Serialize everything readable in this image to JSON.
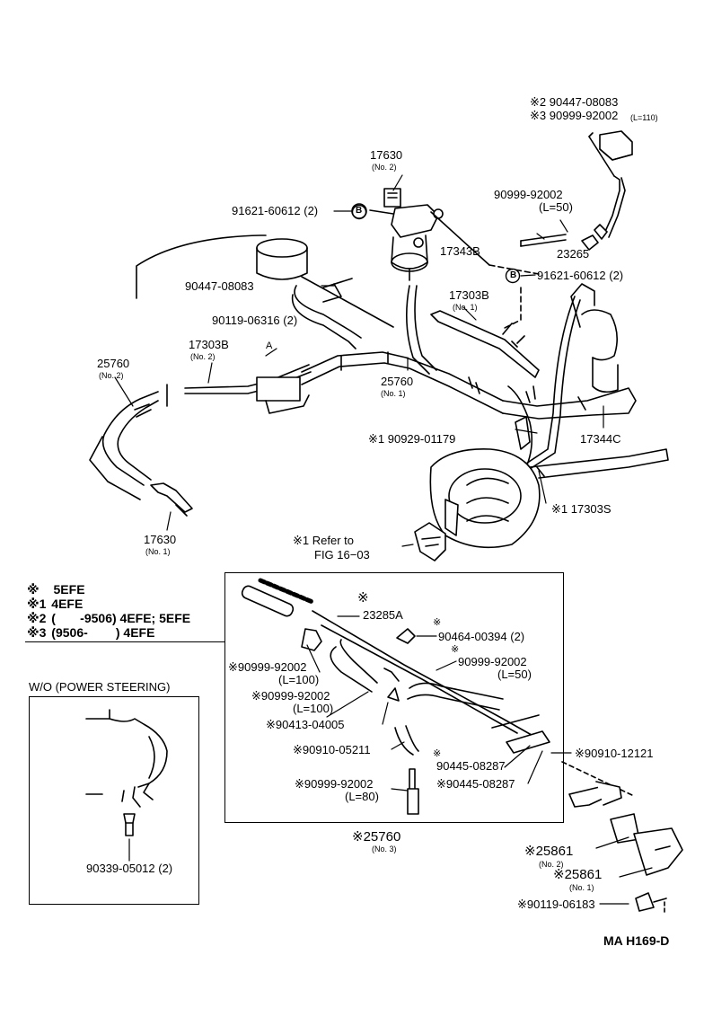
{
  "labels": {
    "l_s2_90447": "※2 90447-08083",
    "l_s3_90999": "※3 90999-92002",
    "l_s3_90999_len": "(L=110)",
    "l_17630_top": "17630",
    "l_17630_top_no": "(No. 2)",
    "l_91621_left": "91621-60612 (2)",
    "l_b_left": "B",
    "l_90999_l50": "90999-92002",
    "l_90999_l50_len": "(L=50)",
    "l_23265": "23265",
    "l_17343b": "17343B",
    "l_b_right": "B",
    "l_91621_right": "91621-60612 (2)",
    "l_90447_mid": "90447-08083",
    "l_17303b_no1": "17303B",
    "l_17303b_no1_sub": "(No. 1)",
    "l_90119_06316": "90119-06316 (2)",
    "l_17303b_no2": "17303B",
    "l_17303b_no2_sub": "(No. 2)",
    "l_25760_left": "25760",
    "l_25760_left_sub": "(No. 2)",
    "l_25760_mid": "25760",
    "l_25760_mid_sub": "(No. 1)",
    "l_17344c": "17344C",
    "l_s1_90929": "※1 90929-01179",
    "l_s1_17303s": "※1 17303S",
    "l_17630_bot": "17630",
    "l_17630_bot_sub": "(No. 1)",
    "l_refer": "※1 Refer to",
    "l_fig": "FIG 16−03",
    "l_s_23285a_mark": "※",
    "l_23285a": "23285A",
    "l_s_90464_mark": "※",
    "l_90464": "90464-00394 (2)",
    "l_s_90999_l50_mark": "※",
    "l_90999_l50_b": "90999-92002",
    "l_90999_l50_b_len": "(L=50)",
    "l_s_90999_l100a": "※90999-92002",
    "l_90999_l100a_len": "(L=100)",
    "l_s_90999_l100b": "※90999-92002",
    "l_90999_l100b_len": "(L=100)",
    "l_s_90413": "※90413-04005",
    "l_s_90910_05211": "※90910-05211",
    "l_s_90445_mark": "※",
    "l_90445_a": "90445-08287",
    "l_s_90445_b": "※90445-08287",
    "l_s_90999_l80": "※90999-92002",
    "l_90999_l80_len": "(L=80)",
    "l_s_90910_12121": "※90910-12121",
    "l_s_25760_no3": "※25760",
    "l_25760_no3_sub": "(No. 3)",
    "l_s_25861_no2": "※25861",
    "l_25861_no2_sub": "(No. 2)",
    "l_s_25861_no1": "※25861",
    "l_25861_no1_sub": "(No. 1)",
    "l_s_90119_06183": "※90119-06183",
    "l_wo": "W/O (POWER STEERING)",
    "l_90339": "90339-05012 (2)",
    "l_code": "MA  H169-D"
  },
  "legend": [
    {
      "mark": "※",
      "text": "5EFE"
    },
    {
      "mark": "※1",
      "text": "4EFE"
    },
    {
      "mark": "※2",
      "text": "(       -9506) 4EFE; 5EFE"
    },
    {
      "mark": "※3",
      "text": "(9506-        ) 4EFE"
    }
  ]
}
